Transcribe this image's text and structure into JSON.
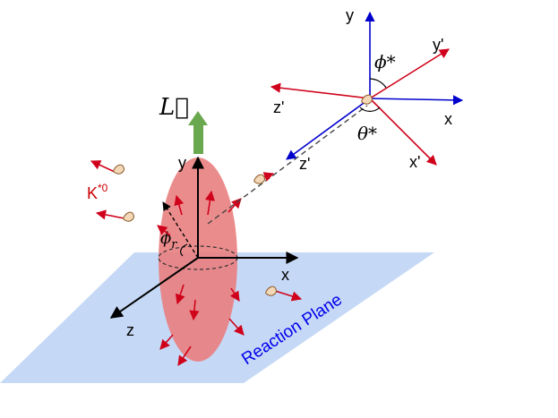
{
  "labels": {
    "angular_momentum": "L⃗",
    "kstar": "K",
    "kstar_sup": "*0",
    "reaction_plane": "Reaction Plane",
    "phi_r": "ϕ",
    "phi_r_sub": "r",
    "lab_x": "x",
    "lab_y": "y",
    "lab_z": "z",
    "frame_x": "x",
    "frame_y": "y",
    "frame_z": "z'",
    "frame_xp": "x'",
    "frame_yp": "y'",
    "frame_zp": "z'",
    "phi_star": "ϕ*",
    "theta_star": "θ*"
  },
  "colors": {
    "plane_fill": "#c5d8f5",
    "fireball_fill": "#e98080",
    "arrow_green": "#6aa84f",
    "arrow_red": "#d0021b",
    "axis_blue": "#0000cc",
    "axis_black": "#000000",
    "text_blue": "#0000ee",
    "text_red": "#cc0000"
  },
  "icons": [
    "kaon-particle-icon"
  ]
}
